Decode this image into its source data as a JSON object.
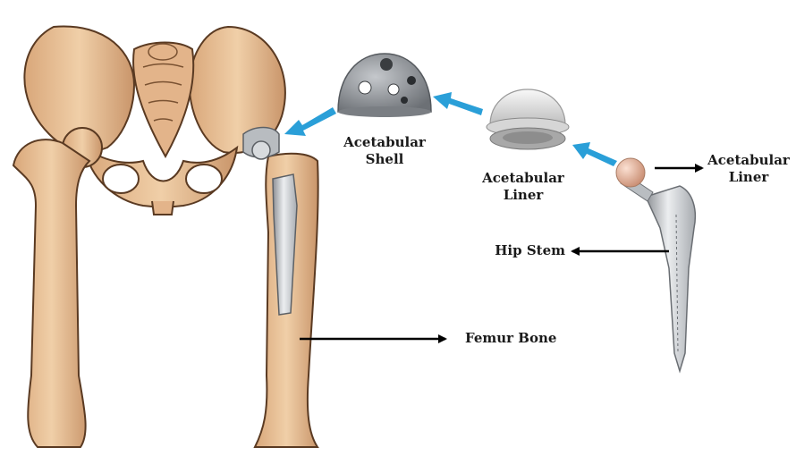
{
  "labels": {
    "acetabular_shell": [
      "Acetabular",
      "Shell"
    ],
    "acetabular_liner_mid": [
      "Acetabular",
      "Liner"
    ],
    "acetabular_liner_right": [
      "Acetabular",
      "Liner"
    ],
    "hip_stem": "Hip Stem",
    "femur_bone": "Femur Bone"
  },
  "colors": {
    "bone": "#e8c29a",
    "bone_shade": "#c9956a",
    "bone_outline": "#5a3a22",
    "metal": "#9a9ea3",
    "liner": "#e6e6e6",
    "femoral_head": "#e9b8a0",
    "blue_arrow": "#2a9fd8",
    "black_arrow": "#000000"
  },
  "icons": [
    "pelvis-illustration",
    "femur-illustration",
    "acetabular-shell-image",
    "acetabular-liner-image",
    "hip-stem-image"
  ]
}
